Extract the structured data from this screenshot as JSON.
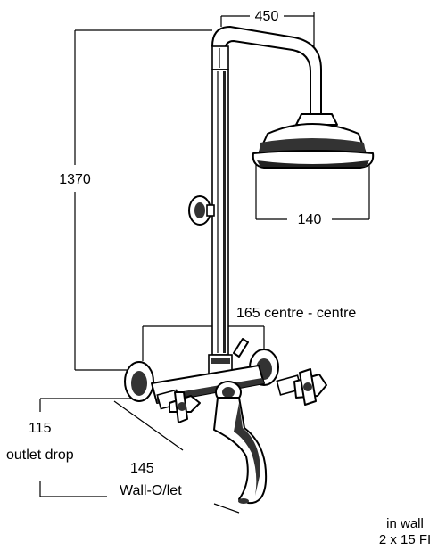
{
  "dimensions": {
    "arm_reach": "450",
    "head_diameter": "140",
    "overall_height": "1370",
    "centres": "165 centre - centre",
    "outlet_drop_value": "115",
    "outlet_drop_label": "outlet drop",
    "wall_outlet_value": "145",
    "wall_outlet_label": "Wall-O/let"
  },
  "note": {
    "line1": "in wall",
    "line2": "2 x 15 FI"
  }
}
